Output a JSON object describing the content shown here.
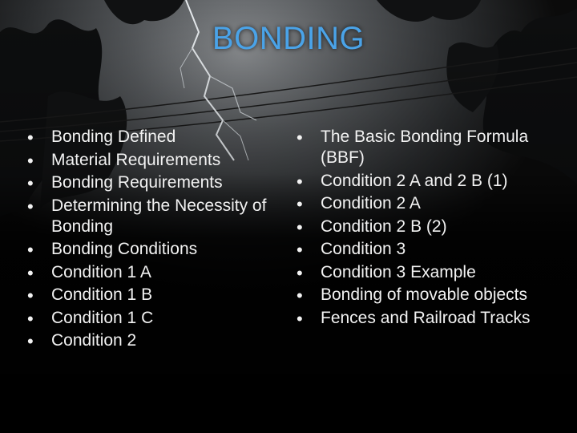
{
  "slide": {
    "title": "BONDING",
    "colors": {
      "title": "#4aa3e8",
      "text": "#f2f2f2",
      "background": "#000000"
    },
    "left_items": [
      "Bonding Defined",
      "Material Requirements",
      "Bonding Requirements",
      "Determining the Necessity of Bonding",
      "Bonding Conditions",
      "Condition 1 A",
      "Condition 1 B",
      "Condition 1 C",
      "Condition 2"
    ],
    "right_items": [
      "The Basic Bonding Formula (BBF)",
      "Condition 2 A and 2 B (1)",
      "Condition 2 A",
      "Condition 2 B (2)",
      "Condition 3",
      "Condition 3 Example",
      "Bonding of movable objects",
      "Fences and Railroad Tracks"
    ]
  }
}
